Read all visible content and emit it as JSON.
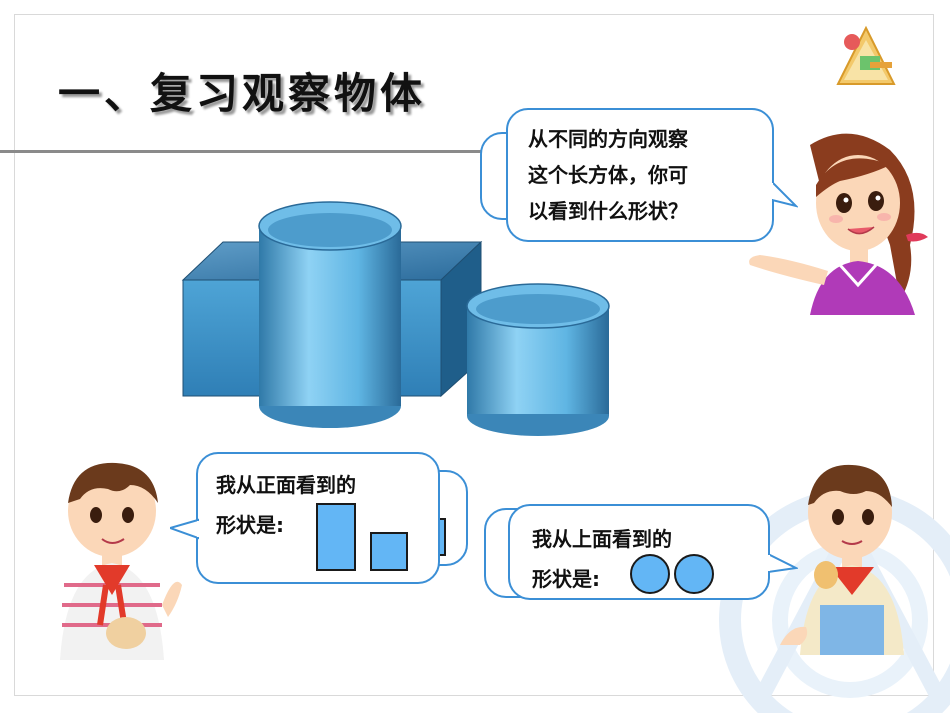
{
  "slide": {
    "title": "一、复习观察物体"
  },
  "teacher_bubble": {
    "lines": [
      "从不同的方向观察",
      "这个长方体，你可",
      "以看到什么形状？"
    ]
  },
  "left_boy_bubble": {
    "line1": "我从正面看到的",
    "line2": "形状是:"
  },
  "right_boy_bubble": {
    "line1": "我从上面看到的",
    "line2": "形状是:"
  },
  "colors": {
    "accent_blue": "#3b8fd6",
    "shape_fill": "#63b6f5",
    "solid_dark": "#2d6e9a",
    "solid_light": "#7fc8ee"
  },
  "icons": {
    "logo": "textbook-logo-icon",
    "teacher": "teacher-illustration",
    "boy_left": "boy-illustration",
    "boy_right": "boy-illustration"
  }
}
